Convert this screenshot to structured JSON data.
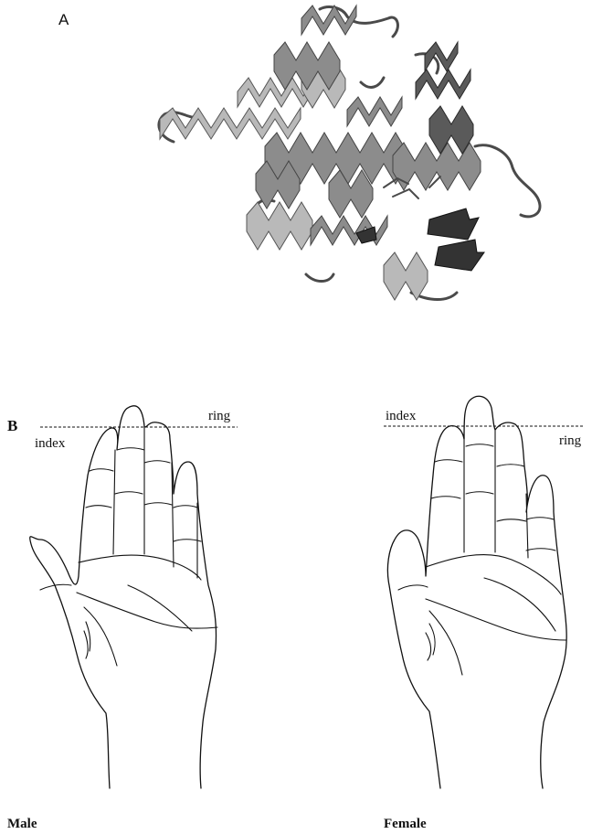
{
  "panel_a": {
    "label": "A",
    "image_description_icon": "protein-ribbon-structure"
  },
  "panel_b": {
    "label": "B",
    "male": {
      "caption": "Male",
      "index_label": "index",
      "ring_label": "ring"
    },
    "female": {
      "caption": "Female",
      "index_label": "index",
      "ring_label": "ring"
    }
  }
}
